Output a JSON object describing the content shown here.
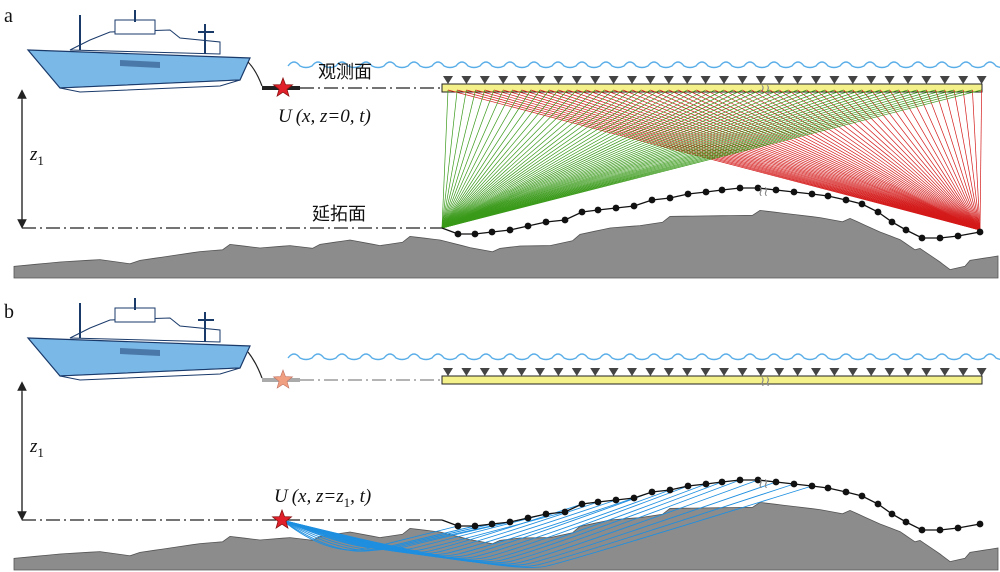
{
  "panels": [
    {
      "id": "a",
      "panel_label": "a",
      "surface_label": "观测面",
      "depth_label": "z",
      "depth_sub": "1",
      "field_prefix": "U",
      "field_args": "(x, z=0, t)",
      "target_label": "延拓面"
    },
    {
      "id": "b",
      "panel_label": "b",
      "depth_label": "z",
      "depth_sub": "1",
      "field_prefix": "U",
      "field_args_pre": "(x, z=z",
      "field_args_sub": "1",
      "field_args_post": ", t)"
    }
  ],
  "colors": {
    "water": "#5aaee8",
    "streamer": "#f4f08a",
    "seafloor": "#8c8c8c",
    "ray_green": "#3a9a1a",
    "ray_red": "#d41a1a",
    "ray_blue": "#1e8fe0",
    "star": "#e0202a",
    "star_faded": "#f0a080",
    "ship_hull": "#7ab8e8"
  }
}
